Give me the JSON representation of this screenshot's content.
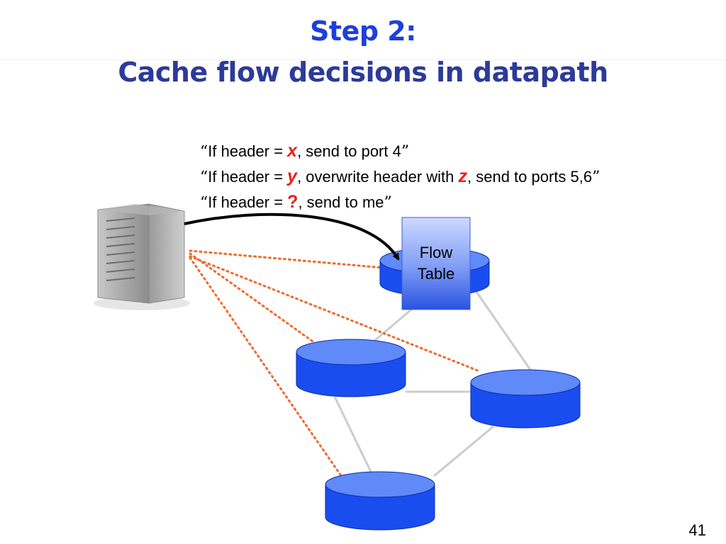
{
  "slide": {
    "title_line1": "Step 2:",
    "title_line2": "Cache flow decisions in datapath",
    "page_number": "41"
  },
  "rules": [
    {
      "open_quote": "“",
      "prefix": "If header = ",
      "var": "x",
      "suffix": ", send to port 4",
      "close_quote": "”"
    },
    {
      "open_quote": "“",
      "prefix": "If header = ",
      "var": "y",
      "middle": ", overwrite header with ",
      "var2": "z",
      "suffix": ", send to ports 5,6",
      "close_quote": "”"
    },
    {
      "open_quote": "“",
      "prefix": "If header = ",
      "var": "?",
      "suffix": ", send to me",
      "close_quote": "”"
    }
  ],
  "flow_table": {
    "line1": "Flow",
    "line2": "Table"
  },
  "colors": {
    "title_blue": "#1f3fdc",
    "title_navy": "#2c3a9a",
    "switch_blue": "#1a4df0",
    "switch_top": "#5f8af8",
    "dotted_link": "#ee6a2c",
    "physical_link": "#cccccc",
    "variable_red": "#e8211a"
  },
  "icons": {
    "controller": "server-tower-icon",
    "switch": "cylinder-switch-icon"
  }
}
